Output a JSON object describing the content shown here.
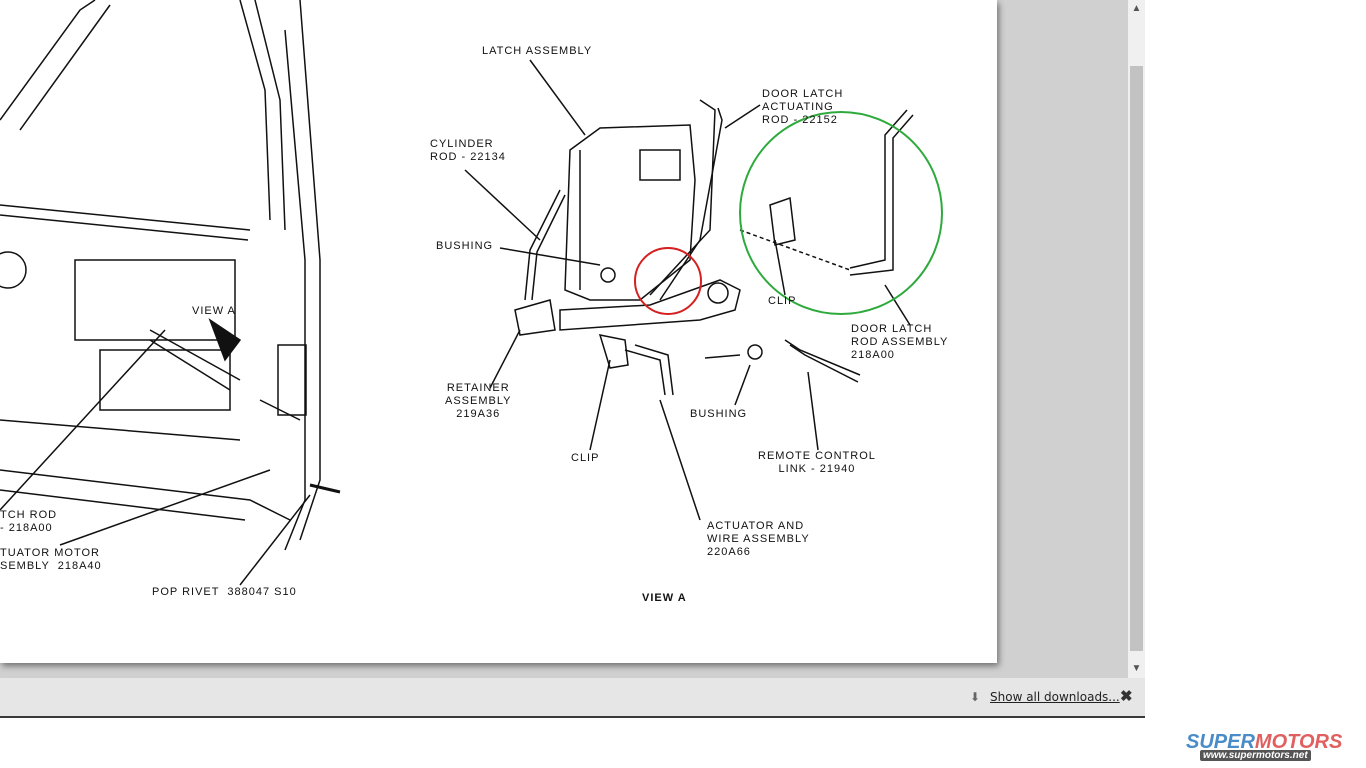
{
  "diagram": {
    "labels": {
      "latch_assembly": "LATCH ASSEMBLY",
      "door_latch_actuating_rod": "DOOR LATCH\nACTUATING\nROD - 22152",
      "cylinder_rod": "CYLINDER\nROD - 22134",
      "bushing_top": "BUSHING",
      "view_a_callout": "VIEW A",
      "clip_right": "CLIP",
      "door_latch_rod_assembly": "DOOR LATCH\nROD ASSEMBLY\n218A00",
      "retainer_assembly": "RETAINER\nASSEMBLY\n219A36",
      "bushing_bottom": "BUSHING",
      "remote_control_link": "REMOTE CONTROL\nLINK - 21940",
      "clip_bottom": "CLIP",
      "actuator_wire": "ACTUATOR AND\nWIRE ASSEMBLY\n220A66",
      "view_a_title": "VIEW A",
      "latch_rod_left": "TCH ROD\n- 218A00",
      "actuator_motor": "TUATOR MOTOR\nSEMBLY  218A40",
      "pop_rivet": "POP RIVET  388047 S10"
    },
    "highlight_colors": {
      "green_circle": "#2eaa3c",
      "red_circle": "#d42020"
    }
  },
  "browser": {
    "downloads": {
      "link": "Show all downloads...",
      "close": "✖",
      "icon": "download-icon"
    },
    "scroll_up": "▲",
    "scroll_down": "▼"
  },
  "watermark": {
    "brand_a": "SUPER",
    "brand_b": "MOTORS",
    "url": "www.supermotors.net"
  }
}
